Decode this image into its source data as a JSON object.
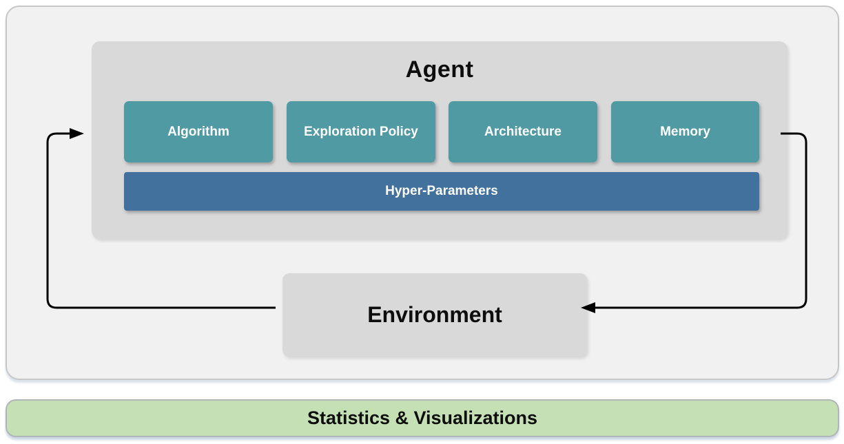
{
  "diagram": {
    "agent_panel": {
      "title": "Agent",
      "modules": [
        {
          "label": "Algorithm"
        },
        {
          "label": "Exploration Policy"
        },
        {
          "label": "Architecture"
        },
        {
          "label": "Memory"
        }
      ],
      "hyper_parameters": {
        "label": "Hyper-Parameters"
      }
    },
    "environment_box": {
      "label": "Environment"
    },
    "footer_bar": {
      "label": "Statistics & Visualizations"
    },
    "arrows": [
      {
        "name": "environment-to-agent-arrow",
        "direction": "from Environment left side, counter-clockwise up into Agent left edge"
      },
      {
        "name": "agent-to-environment-arrow",
        "direction": "from Agent right edge, clockwise down into Environment right side"
      }
    ],
    "colors": {
      "module_fill": "#4f9aa3",
      "hyper_parameters_fill": "#41719c",
      "container_gray": "#d9d9d9",
      "panel_fill": "#f1f1f1",
      "footer_green": "#c5e0b4",
      "arrow": "#000000"
    }
  }
}
